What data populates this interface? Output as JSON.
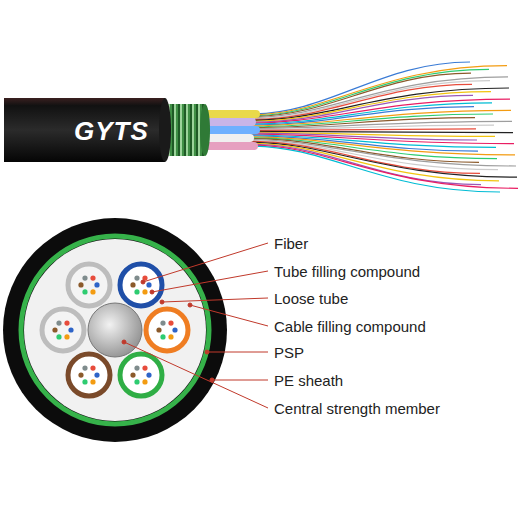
{
  "diagram": {
    "labels": [
      "GYTS",
      "Fiber",
      "Tube filling compound",
      "Loose tube",
      "Cable filling compound",
      "PSP",
      "PE sheath",
      "Central strength member"
    ]
  }
}
